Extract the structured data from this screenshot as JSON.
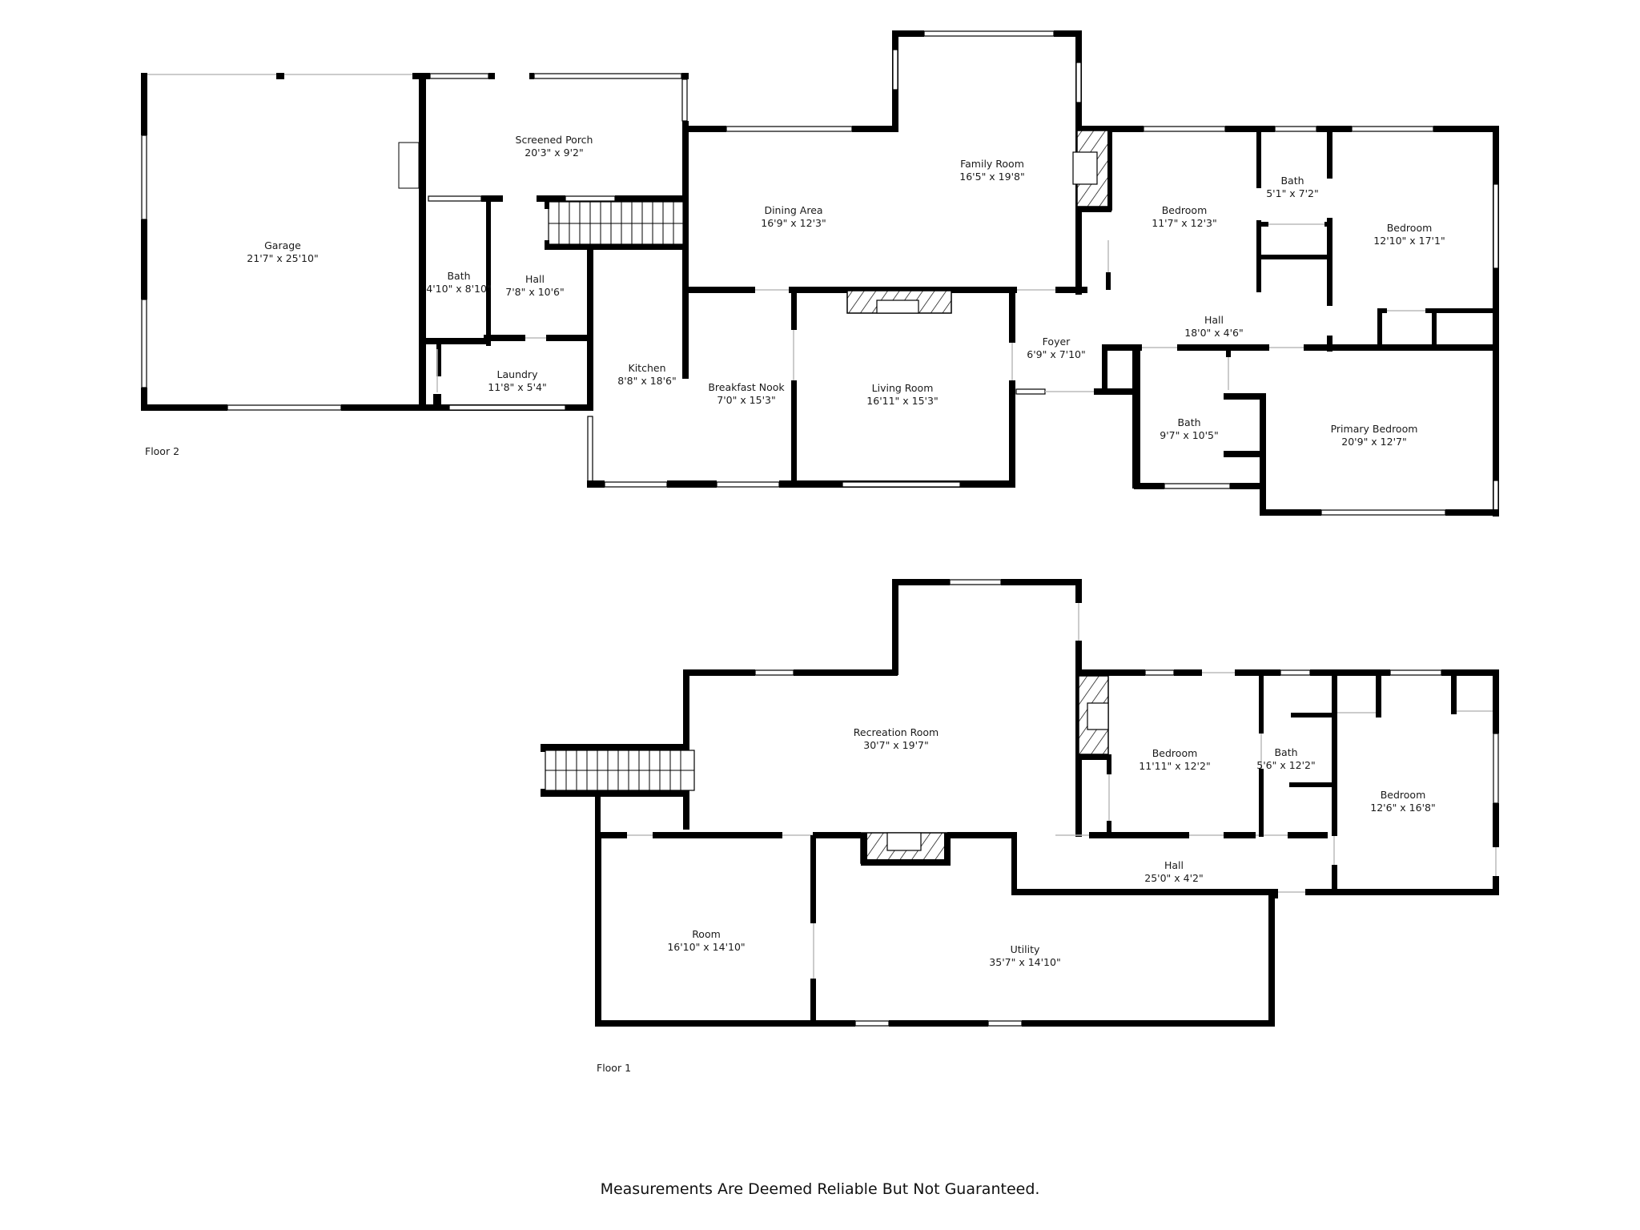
{
  "floor2": {
    "label": "Floor 2",
    "rooms": [
      {
        "name": "Garage",
        "dims": "21'7\" x 25'10\""
      },
      {
        "name": "Screened Porch",
        "dims": "20'3\" x 9'2\""
      },
      {
        "name": "Bath",
        "dims": "4'10\" x 8'10\""
      },
      {
        "name": "Hall",
        "dims": "7'8\" x 10'6\""
      },
      {
        "name": "Laundry",
        "dims": "11'8\" x 5'4\""
      },
      {
        "name": "Kitchen",
        "dims": "8'8\" x 18'6\""
      },
      {
        "name": "Breakfast Nook",
        "dims": "7'0\" x 15'3\""
      },
      {
        "name": "Dining Area",
        "dims": "16'9\" x 12'3\""
      },
      {
        "name": "Family Room",
        "dims": "16'5\" x 19'8\""
      },
      {
        "name": "Living Room",
        "dims": "16'11\" x 15'3\""
      },
      {
        "name": "Foyer",
        "dims": "6'9\" x 7'10\""
      },
      {
        "name": "Hall",
        "dims": "18'0\" x 4'6\""
      },
      {
        "name": "Bedroom",
        "dims": "11'7\" x 12'3\""
      },
      {
        "name": "Bath",
        "dims": "5'1\" x 7'2\""
      },
      {
        "name": "Bedroom",
        "dims": "12'10\" x 17'1\""
      },
      {
        "name": "Bath",
        "dims": "9'7\" x 10'5\""
      },
      {
        "name": "Primary Bedroom",
        "dims": "20'9\" x 12'7\""
      }
    ]
  },
  "floor1": {
    "label": "Floor 1",
    "rooms": [
      {
        "name": "Recreation Room",
        "dims": "30'7\" x 19'7\""
      },
      {
        "name": "Bedroom",
        "dims": "11'11\" x 12'2\""
      },
      {
        "name": "Bath",
        "dims": "5'6\" x 12'2\""
      },
      {
        "name": "Bedroom",
        "dims": "12'6\" x 16'8\""
      },
      {
        "name": "Hall",
        "dims": "25'0\" x 4'2\""
      },
      {
        "name": "Room",
        "dims": "16'10\" x 14'10\""
      },
      {
        "name": "Utility",
        "dims": "35'7\" x 14'10\""
      }
    ]
  },
  "footer": {
    "disclaimer": "Measurements Are Deemed Reliable But Not Guaranteed."
  }
}
